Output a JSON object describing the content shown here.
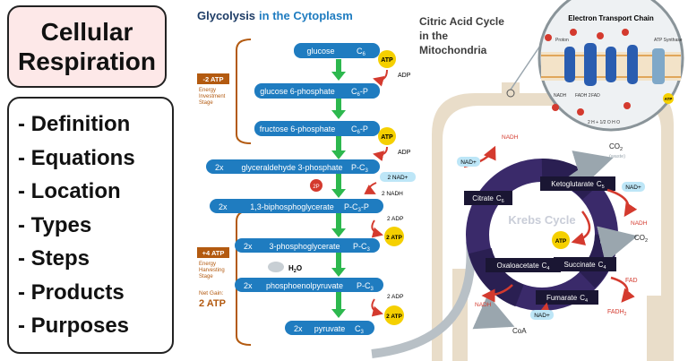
{
  "title_lines": [
    "Cellular",
    "Respiration"
  ],
  "topics": [
    "- Definition",
    "- Equations",
    "- Location",
    "- Types",
    "- Steps",
    "- Products",
    "- Purposes"
  ],
  "glycolysis": {
    "heading_a": "Glycolysis",
    "heading_b": "in the Cytoplasm",
    "molecules": [
      {
        "name": "glucose",
        "formula": "C",
        "sub": "6",
        "mult": ""
      },
      {
        "name": "glucose 6-phosphate",
        "formula": "C",
        "sub": "6",
        "suffix": "-P",
        "mult": ""
      },
      {
        "name": "fructose 6-phosphate",
        "formula": "C",
        "sub": "6",
        "suffix": "-P",
        "mult": ""
      },
      {
        "name": "glyceraldehyde 3-phosphate",
        "formula": "P-C",
        "sub": "3",
        "mult": "2x"
      },
      {
        "name": "1,3-biphosphoglycerate",
        "formula": "P-C",
        "sub": "3",
        "suffix": "-P",
        "mult": "2x"
      },
      {
        "name": "3-phosphoglycerate",
        "formula": "P-C",
        "sub": "3",
        "mult": "2x"
      },
      {
        "name": "phosphoenolpyruvate",
        "formula": "P-C",
        "sub": "3",
        "mult": "2x"
      },
      {
        "name": "pyruvate",
        "formula": "C",
        "sub": "3",
        "mult": "2x"
      }
    ],
    "side_labels": {
      "atp": "ATP",
      "adp": "ADP",
      "two_nad": "2 NAD+",
      "two_nadh": "2 NADH",
      "two_p": "2P",
      "two_adp": "2 ADP",
      "two_atp": "2 ATP",
      "water": "H",
      "water_sub": "2",
      "water_end": "O"
    },
    "investment": {
      "badge": "-2 ATP",
      "line1": "Energy",
      "line2": "Investment",
      "line3": "Stage"
    },
    "harvesting": {
      "badge": "+4 ATP",
      "line1": "Energy",
      "line2": "Harvesting",
      "line3": "Stage"
    },
    "net": {
      "label1": "Net Gain:",
      "value": "2 ATP"
    }
  },
  "citric": {
    "heading_lines": [
      "Citric Acid Cycle",
      "in the",
      "Mitochondria"
    ],
    "cycle_label": "Krebs Cycle",
    "nodes": [
      {
        "name": "Citrate",
        "sub": "6"
      },
      {
        "name": "Ketoglutarate",
        "sub": "5"
      },
      {
        "name": "Succinate",
        "sub": "4"
      },
      {
        "name": "Fumarate",
        "sub": "4"
      },
      {
        "name": "Oxaloacetate",
        "sub": "4"
      }
    ],
    "labels": {
      "nadh": "NADH",
      "nad": "NAD+",
      "co2": "CO",
      "co2_sub": "2",
      "waste": "(waste)",
      "atp": "ATP",
      "fad": "FAD",
      "fadh": "FADH",
      "fadh_sub": "2",
      "coa": "CoA"
    }
  },
  "etc": {
    "title": "Electron Transport Chain",
    "labels": {
      "proton": "Proton",
      "atp_synthase": "ATP Synthase",
      "atp": "ATP",
      "fadh2": "FADH 2",
      "fad": "FAD",
      "nadh": "NADH",
      "water": "2 H + 1/2 O  H O"
    }
  },
  "colors": {
    "blue": "#1f7cc0",
    "green": "#2db84e",
    "orange": "#b35a10",
    "yellow": "#f5d000",
    "red": "#d43a2e",
    "purple": "#3a2a6a"
  }
}
